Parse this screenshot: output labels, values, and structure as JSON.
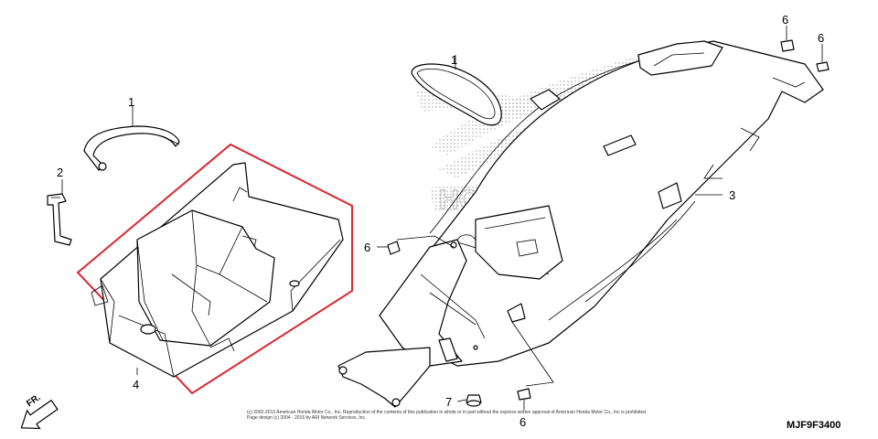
{
  "callouts": {
    "c1a": "1",
    "c1b": "1",
    "c2": "2",
    "c3": "3",
    "c4": "4",
    "c6a": "6",
    "c6b": "6",
    "c6c": "6",
    "c6d": "6",
    "c7": "7"
  },
  "front_indicator": "FR.",
  "watermark_text": "HONDA",
  "copyright": {
    "line1": "(c) 2002-2013 American Honda Motor Co., Inc. Reproduction of the contents of this publication in whole or in part without the express written approval of American Honda Motor Co., Inc is prohibited.",
    "line2": "Page design (c) 2004 - 2016 by ARI Network Services, Inc."
  },
  "diagram_code": "MJF9F3400",
  "colors": {
    "highlight": "#d9282f",
    "line": "#000000",
    "watermark": "#b0b0b0"
  }
}
